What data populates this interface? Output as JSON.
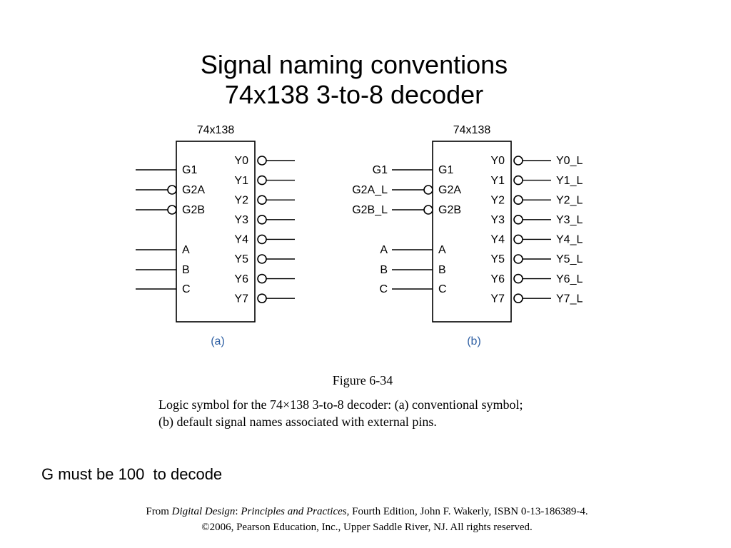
{
  "title": {
    "line1": "Signal naming conventions",
    "line2": "74x138 3-to-8 decoder"
  },
  "figure": {
    "number": "Figure 6-34",
    "description_line1": "Logic symbol for the 74×138  3-to-8 decoder: (a) conventional symbol;",
    "description_line2": "(b) default signal names associated with external pins."
  },
  "diagram": {
    "line_color": "#000000",
    "sublabel_color": "#2e5fa3",
    "panels": [
      {
        "id": "a",
        "chip_name": "74x138",
        "sublabel": "(a)",
        "inputs": [
          {
            "pin": "G1",
            "external": "",
            "inverted": false
          },
          {
            "pin": "G2A",
            "external": "",
            "inverted": true
          },
          {
            "pin": "G2B",
            "external": "",
            "inverted": true
          },
          {
            "pin": "A",
            "external": "",
            "inverted": false
          },
          {
            "pin": "B",
            "external": "",
            "inverted": false
          },
          {
            "pin": "C",
            "external": "",
            "inverted": false
          }
        ],
        "outputs": [
          {
            "pin": "Y0",
            "external": ""
          },
          {
            "pin": "Y1",
            "external": ""
          },
          {
            "pin": "Y2",
            "external": ""
          },
          {
            "pin": "Y3",
            "external": ""
          },
          {
            "pin": "Y4",
            "external": ""
          },
          {
            "pin": "Y5",
            "external": ""
          },
          {
            "pin": "Y6",
            "external": ""
          },
          {
            "pin": "Y7",
            "external": ""
          }
        ]
      },
      {
        "id": "b",
        "chip_name": "74x138",
        "sublabel": "(b)",
        "inputs": [
          {
            "pin": "G1",
            "external": "G1",
            "inverted": false
          },
          {
            "pin": "G2A",
            "external": "G2A_L",
            "inverted": true
          },
          {
            "pin": "G2B",
            "external": "G2B_L",
            "inverted": true
          },
          {
            "pin": "A",
            "external": "A",
            "inverted": false
          },
          {
            "pin": "B",
            "external": "B",
            "inverted": false
          },
          {
            "pin": "C",
            "external": "C",
            "inverted": false
          }
        ],
        "outputs": [
          {
            "pin": "Y0",
            "external": "Y0_L"
          },
          {
            "pin": "Y1",
            "external": "Y1_L"
          },
          {
            "pin": "Y2",
            "external": "Y2_L"
          },
          {
            "pin": "Y3",
            "external": "Y3_L"
          },
          {
            "pin": "Y4",
            "external": "Y4_L"
          },
          {
            "pin": "Y5",
            "external": "Y5_L"
          },
          {
            "pin": "Y6",
            "external": "Y6_L"
          },
          {
            "pin": "Y7",
            "external": "Y7_L"
          }
        ]
      }
    ]
  },
  "note": "G must be 100  to decode",
  "source": {
    "prefix": "From ",
    "book_title": "Digital Design",
    "separator": ": ",
    "book_subtitle": "Principles and Practices",
    "suffix": ", Fourth Edition, John F. Wakerly, ISBN 0-13-186389-4.",
    "copyright": "©2006, Pearson Education, Inc., Upper Saddle River, NJ. All rights reserved."
  }
}
